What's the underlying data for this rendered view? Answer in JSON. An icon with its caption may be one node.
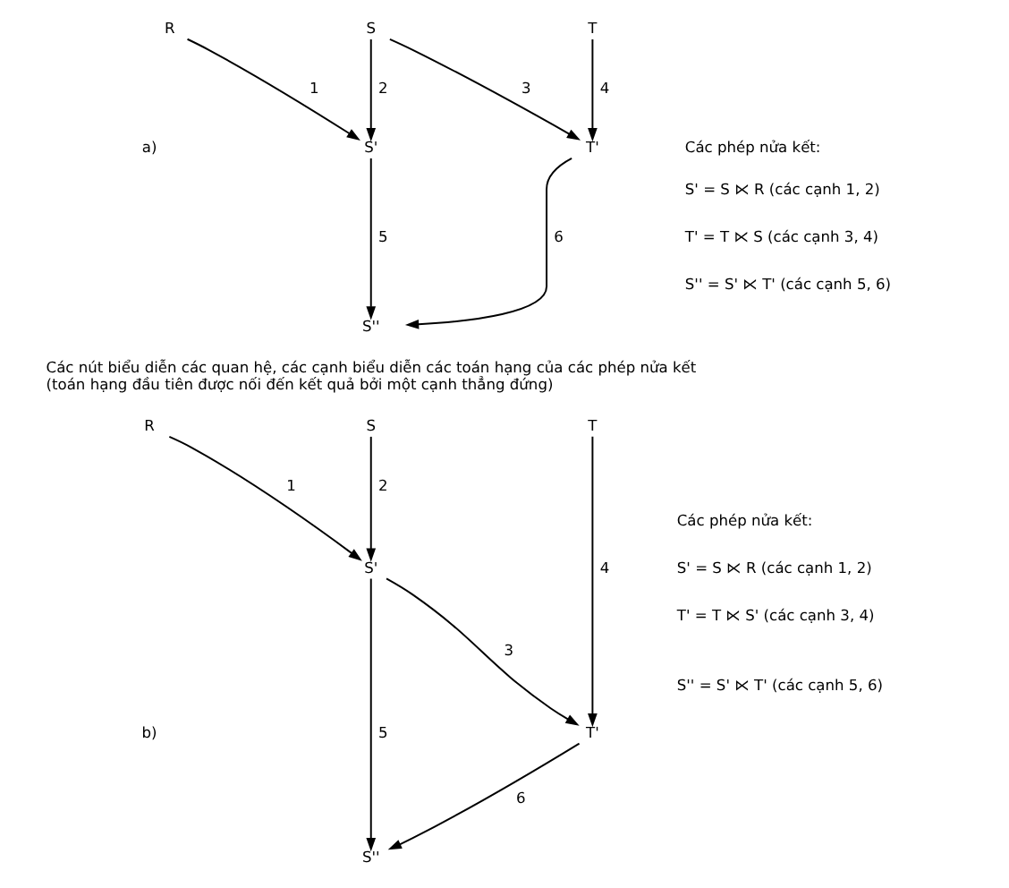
{
  "diagram": {
    "nodes": [
      {
        "text": [
          "R"
        ]
      },
      {
        "text": [
          "S"
        ]
      },
      {
        "text": [
          "T"
        ]
      },
      {
        "text": [
          "S'"
        ]
      },
      {
        "text": [
          "T'"
        ]
      },
      {
        "text": [
          "S''"
        ]
      },
      {
        "text": [
          "R"
        ]
      },
      {
        "text": [
          "S"
        ]
      },
      {
        "text": [
          "T"
        ]
      },
      {
        "text": [
          "S'"
        ]
      },
      {
        "text": [
          "T'"
        ]
      },
      {
        "text": [
          "S''"
        ]
      }
    ],
    "edges": [
      {
        "from": 0,
        "to": 3,
        "arrow": "to",
        "label": "1"
      },
      {
        "from": 1,
        "to": 3,
        "arrow": "to",
        "label": "2"
      },
      {
        "from": 1,
        "to": 4,
        "arrow": "to",
        "label": "3"
      },
      {
        "from": 2,
        "to": 4,
        "arrow": "to",
        "label": "4"
      },
      {
        "from": 3,
        "to": 5,
        "arrow": "to",
        "label": "5"
      },
      {
        "from": 4,
        "to": 5,
        "arrow": "to",
        "label": "6"
      },
      {
        "from": 6,
        "to": 9,
        "arrow": "to",
        "label": "1"
      },
      {
        "from": 7,
        "to": 9,
        "arrow": "to",
        "label": "2"
      },
      {
        "from": 9,
        "to": 10,
        "arrow": "to",
        "label": "3"
      },
      {
        "from": 8,
        "to": 10,
        "arrow": "to",
        "label": "4"
      },
      {
        "from": 9,
        "to": 11,
        "arrow": "to",
        "label": "5"
      },
      {
        "from": 10,
        "to": 11,
        "arrow": "to",
        "label": "6"
      }
    ],
    "labels": [
      "Các phép nửa kết:",
      "S' = S ⋉ R (các cạnh 1, 2)",
      "T' = T ⋉ S (các cạnh 3, 4)",
      "S'' = S' ⋉ T' (các cạnh 5, 6)",
      "a)",
      "Các nút biểu diễn các quan hệ, các cạnh biểu diễn các toán hạng của các phép nửa kết (toán hạng đầu tiên được nối đến kết quả bởi một cạnh thẳng đứng)",
      "Các phép nửa kết:",
      "S' = S ⋉ R (các cạnh 1, 2)",
      "T' = T ⋉ S' (các cạnh 3, 4)",
      "S'' = S' ⋉ T' (các cạnh 5, 6)",
      "b)"
    ]
  }
}
